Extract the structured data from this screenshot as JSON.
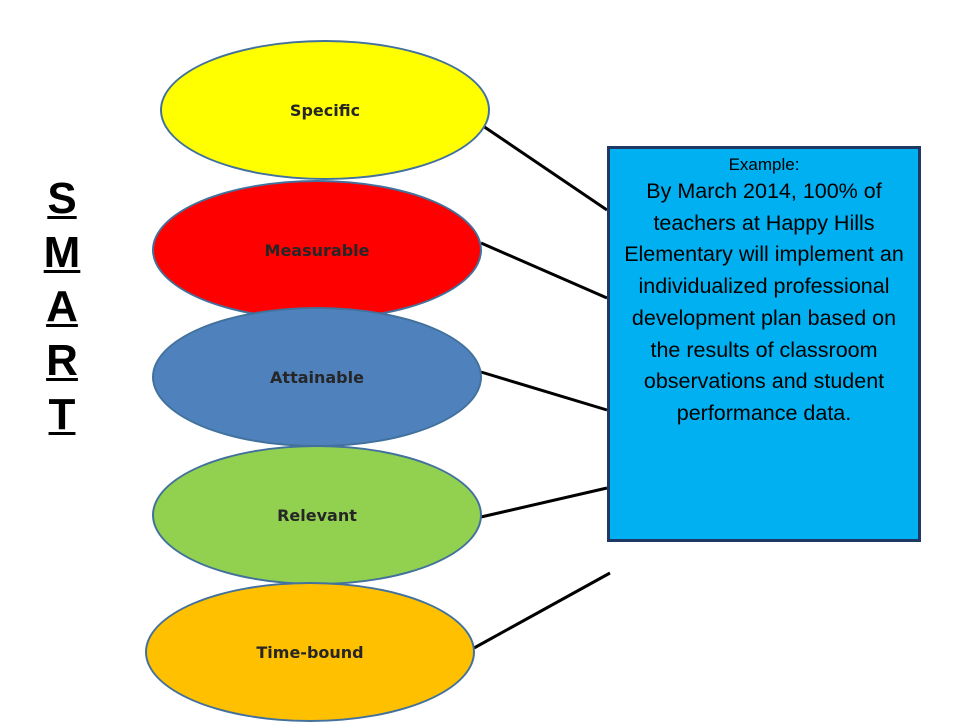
{
  "acronym": {
    "letters": [
      "S",
      "M",
      "A",
      "R",
      "T"
    ]
  },
  "criteria": [
    {
      "label": "Specific",
      "color": "#ffff00"
    },
    {
      "label": "Measurable",
      "color": "#ff0000"
    },
    {
      "label": "Attainable",
      "color": "#4f81bd"
    },
    {
      "label": "Relevant",
      "color": "#92d050"
    },
    {
      "label": "Time-bound",
      "color": "#ffc000"
    }
  ],
  "example": {
    "heading": "Example:",
    "body": "By March 2014, 100% of teachers at Happy Hills Elementary will implement an individualized professional development plan based on the results of classroom observations and student performance data.",
    "background": "#00b0f0",
    "border": "#1f3864"
  }
}
